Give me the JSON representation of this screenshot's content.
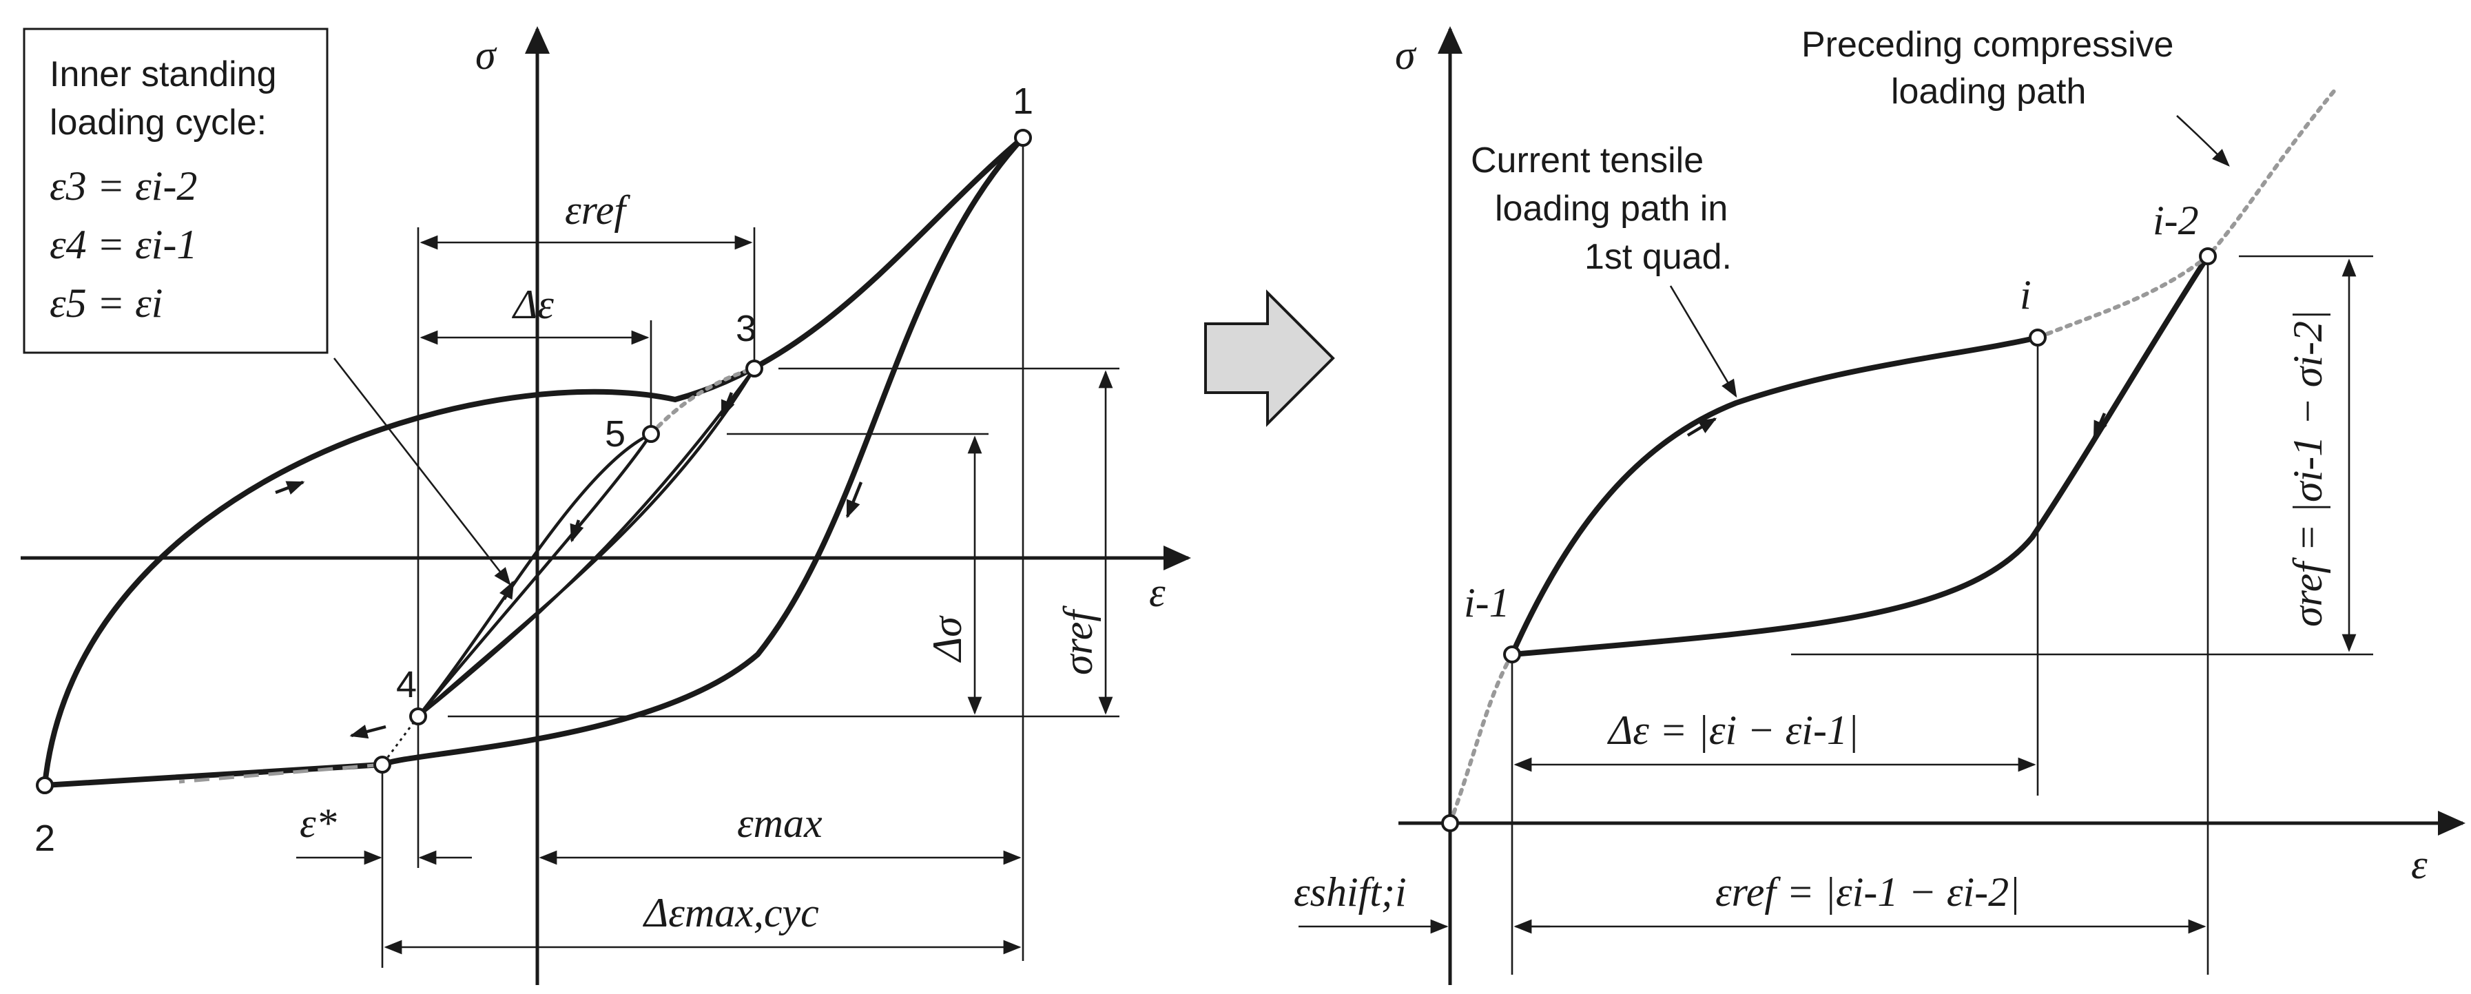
{
  "left": {
    "axis_sigma": "σ",
    "axis_eps": "ε",
    "box": {
      "title1": "Inner standing",
      "title2": "loading cycle:",
      "eq3": "ε3 = εi-2",
      "eq4": "ε4 = εi-1",
      "eq5": "ε5 = εi"
    },
    "points": [
      "1",
      "2",
      "3",
      "4",
      "5"
    ],
    "dims": {
      "eps_ref": "εref",
      "delta_eps": "Δε",
      "delta_sigma": "Δσ",
      "sigma_ref": "σref",
      "eps_star": "ε*",
      "eps_max": "εmax",
      "delta_eps_max_cyc": "Δεmax,cyc"
    }
  },
  "right": {
    "axis_sigma": "σ",
    "axis_eps": "ε",
    "points": [
      "i-2",
      "i",
      "i-1"
    ],
    "notes": {
      "preceding_1": "Preceding compressive",
      "preceding_2": "loading path",
      "current_1": "Current tensile",
      "current_2": "loading path in",
      "current_3": "1st quad."
    },
    "dims": {
      "sigma_ref_eq": "σref = |σi-1 − σi-2|",
      "delta_eps_eq": "Δε = |εi − εi-1|",
      "eps_ref_eq": "εref = |εi-1 − εi-2|",
      "eps_shift": "εshift;i"
    }
  },
  "colors": {
    "ink": "#1a1a1a",
    "dashed": "#999999",
    "arrow_fill": "#d9d9d9"
  }
}
